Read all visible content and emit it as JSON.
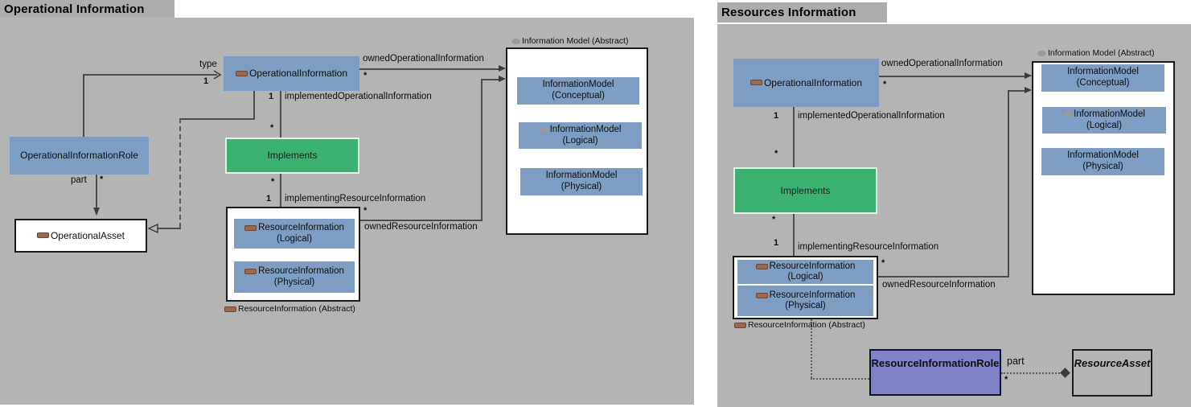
{
  "colors": {
    "canvas": "#b4b4b4",
    "node_blue": "#7d9dc2",
    "node_green": "#3bb271",
    "node_purple": "#8181c8",
    "class_icon_brown": "#9a6a50",
    "abstract_icon_gray": "#9b9b9b",
    "line": "#4d4d4d"
  },
  "left": {
    "title": "Operational Information",
    "nodes": {
      "op_info": "OperationalInformation",
      "op_info_role": "OperationalInformationRole",
      "implements": "Implements",
      "op_asset": "OperationalAsset",
      "res_log_1": "ResourceInformation",
      "res_log_2": "(Logical)",
      "res_phys_1": "ResourceInformation",
      "res_phys_2": "(Physical)",
      "res_abstract_caption": "ResourceInformation (Abstract)",
      "im_title": "Information Model (Abstract)",
      "im_conc_1": "InformationModel",
      "im_conc_2": "(Conceptual)",
      "im_log_1": "InformationModel",
      "im_log_2": "(Logical)",
      "im_phys_1": "InformationModel",
      "im_phys_2": "(Physical)"
    },
    "labels": {
      "type": "type",
      "type_mult": "1",
      "owned_op": "ownedOperationalInformation",
      "owned_op_mult": "*",
      "impl_op_mult": "1",
      "impl_op": "implementedOperationalInformation",
      "star_above_implements": "*",
      "star_below_implements": "*",
      "impl_res_mult": "1",
      "impl_res": "implementingResourceInformation",
      "owned_res_mult": "*",
      "owned_res": "ownedResourceInformation",
      "part": "part",
      "part_mult": "*"
    }
  },
  "right": {
    "title": "Resources Information",
    "nodes": {
      "op_info": "OperationalInformation",
      "implements": "Implements",
      "res_log_1": "ResourceInformation",
      "res_log_2": "(Logical)",
      "res_phys_1": "ResourceInformation",
      "res_phys_2": "(Physical)",
      "res_abstract_caption": "ResourceInformation (Abstract)",
      "im_title": "Information Model (Abstract)",
      "im_conc_1": "InformationModel",
      "im_conc_2": "(Conceptual)",
      "im_log_1": "InformationModel",
      "im_log_2": "(Logical)",
      "im_phys_1": "InformationModel",
      "im_phys_2": "(Physical)",
      "res_info_role": "ResourceInformationRole",
      "res_asset": "ResourceAsset"
    },
    "labels": {
      "owned_op": "ownedOperationalInformation",
      "owned_op_mult": "*",
      "impl_op_mult": "1",
      "impl_op": "implementedOperationalInformation",
      "star_above_implements": "*",
      "star_below_implements": "*",
      "impl_res_mult": "1",
      "impl_res": "implementingResourceInformation",
      "owned_res_mult": "*",
      "owned_res": "ownedResourceInformation",
      "part": "part",
      "part_mult": "*"
    }
  }
}
